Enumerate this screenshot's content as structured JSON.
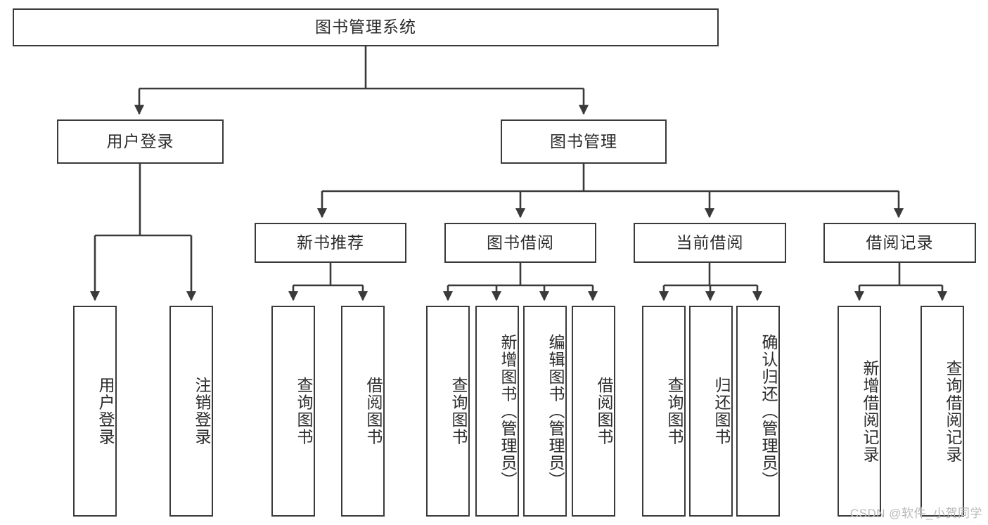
{
  "diagram": {
    "title_node": {
      "label": "图书管理系统"
    },
    "level2": [
      {
        "id": "user-login",
        "label": "用户登录"
      },
      {
        "id": "book-manage",
        "label": "图书管理"
      }
    ],
    "level3": [
      {
        "id": "new-book-recommend",
        "label": "新书推荐"
      },
      {
        "id": "book-borrow",
        "label": "图书借阅"
      },
      {
        "id": "current-borrow",
        "label": "当前借阅"
      },
      {
        "id": "borrow-record",
        "label": "借阅记录"
      }
    ],
    "leaves": {
      "user_login": [
        {
          "id": "leaf-user-login",
          "label": "用户登录"
        },
        {
          "id": "leaf-logout-login",
          "label": "注销登录"
        }
      ],
      "new_book_recommend": [
        {
          "id": "leaf-query-book-1",
          "label": "查询图书"
        },
        {
          "id": "leaf-borrow-book-1",
          "label": "借阅图书"
        }
      ],
      "book_borrow": [
        {
          "id": "leaf-query-book-2",
          "label": "查询图书"
        },
        {
          "id": "leaf-add-book",
          "label": "新增图书（管理员）"
        },
        {
          "id": "leaf-edit-book",
          "label": "编辑图书（管理员）"
        },
        {
          "id": "leaf-borrow-book-2",
          "label": "借阅图书"
        }
      ],
      "current_borrow": [
        {
          "id": "leaf-query-book-3",
          "label": "查询图书"
        },
        {
          "id": "leaf-return-book",
          "label": "归还图书"
        },
        {
          "id": "leaf-confirm-return",
          "label": "确认归还（管理员）"
        }
      ],
      "borrow_record": [
        {
          "id": "leaf-add-record",
          "label": "新增借阅记录"
        },
        {
          "id": "leaf-query-record",
          "label": "查询借阅记录"
        }
      ]
    }
  },
  "watermark": {
    "text": "CSDN @软件_小贺同学"
  },
  "colors": {
    "border": "#3a3a3a",
    "text": "#2b2b2b",
    "background": "#ffffff",
    "watermark": "#b9b9b9"
  }
}
